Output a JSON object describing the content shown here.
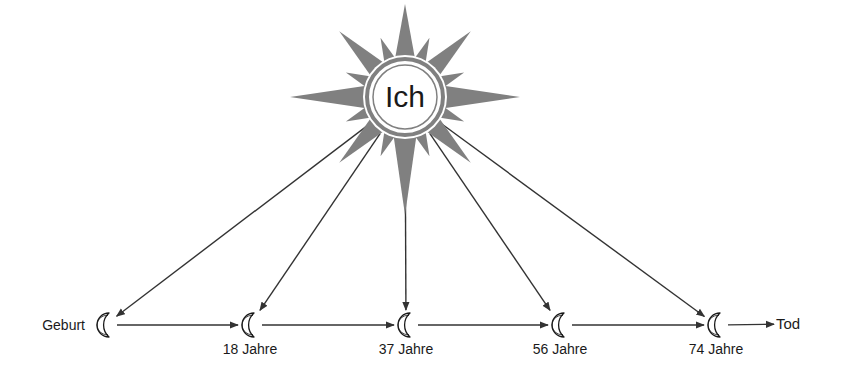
{
  "diagram": {
    "nodes": [
      {
        "text": [
          "Ich"
        ]
      },
      {
        "text": [
          "Geburt"
        ]
      },
      {
        "text": [
          "18 Jahre"
        ]
      },
      {
        "text": [
          "37 Jahre"
        ]
      },
      {
        "text": [
          "56 Jahre"
        ]
      },
      {
        "text": [
          "74 Jahre"
        ]
      },
      {
        "text": [
          "Tod"
        ]
      }
    ],
    "edges": [
      {
        "from": 0,
        "to": 1,
        "arrow": "to"
      },
      {
        "from": 0,
        "to": 2,
        "arrow": "to"
      },
      {
        "from": 0,
        "to": 3,
        "arrow": "to"
      },
      {
        "from": 0,
        "to": 4,
        "arrow": "to"
      },
      {
        "from": 0,
        "to": 5,
        "arrow": "to"
      },
      {
        "from": 1,
        "to": 2,
        "arrow": "to"
      },
      {
        "from": 2,
        "to": 3,
        "arrow": "to"
      },
      {
        "from": 3,
        "to": 4,
        "arrow": "to"
      },
      {
        "from": 4,
        "to": 5,
        "arrow": "to"
      },
      {
        "from": 5,
        "to": 6,
        "arrow": "to"
      }
    ]
  }
}
